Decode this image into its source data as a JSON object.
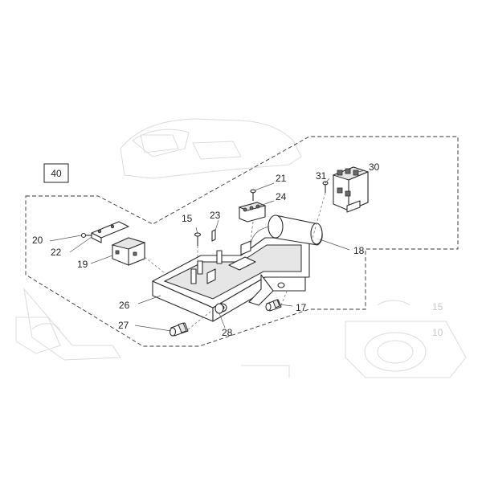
{
  "group_label": "40",
  "callouts": [
    {
      "id": "c15",
      "text": "15"
    },
    {
      "id": "c17",
      "text": "17"
    },
    {
      "id": "c18",
      "text": "18"
    },
    {
      "id": "c19",
      "text": "19"
    },
    {
      "id": "c20",
      "text": "20"
    },
    {
      "id": "c21",
      "text": "21"
    },
    {
      "id": "c22",
      "text": "22"
    },
    {
      "id": "c23",
      "text": "23"
    },
    {
      "id": "c24",
      "text": "24"
    },
    {
      "id": "c26",
      "text": "26"
    },
    {
      "id": "c27",
      "text": "27"
    },
    {
      "id": "c28",
      "text": "28"
    },
    {
      "id": "c30",
      "text": "30"
    },
    {
      "id": "c31",
      "text": "31"
    }
  ],
  "background_callouts": [
    {
      "id": "bg15",
      "text": "15"
    },
    {
      "id": "bg10",
      "text": "10"
    }
  ]
}
